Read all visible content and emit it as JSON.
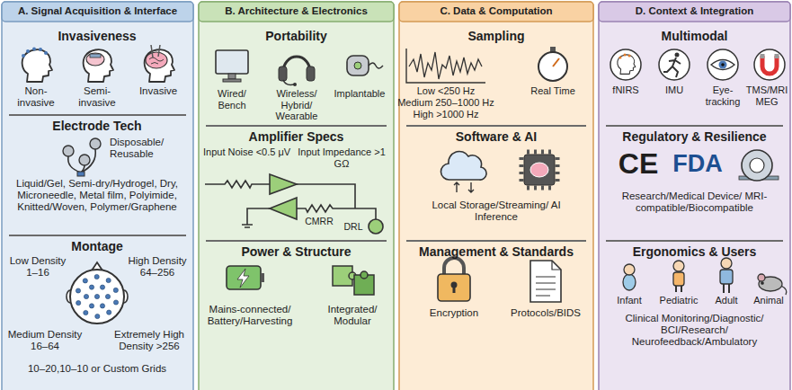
{
  "diagram": {
    "nodes": [
      {
        "text": [
          "A. Signal Acquisition & Interface"
        ]
      },
      {
        "text": [
          "Invasiveness",
          "Non-invasive",
          "Semi-invasive",
          "Invasive"
        ],
        "in": 0
      },
      {
        "text": [
          "Electrode Tech",
          "Disposable/ Reusable",
          "Liquid/Gel, Semi-dry/Hydrogel, Dry, Microneedle, Metal film, Polyimide, Knitted/Woven, Polymer/Graphene"
        ],
        "in": 0
      },
      {
        "text": [
          "Montage",
          "Low Density 1–16",
          "High Density 64–256",
          "Medium Density 16–64",
          "Extremely High Density >256",
          "10–20,10–10 or Custom Grids"
        ],
        "in": 0
      },
      {
        "text": [
          "B. Architecture & Electronics"
        ]
      },
      {
        "text": [
          "Portability",
          "Wired/ Bench",
          "Wireless/ Hybrid/ Wearable",
          "Implantable"
        ],
        "in": 4
      },
      {
        "text": [
          "Amplifier Specs",
          "Input Noise <0.5 μV",
          "Input Impedance >1 GΩ",
          "CMRR",
          "DRL"
        ],
        "in": 4
      },
      {
        "text": [
          "Power & Structure",
          "Mains-connected/ Battery/Harvesting",
          "Integrated/ Modular"
        ],
        "in": 4
      },
      {
        "text": [
          "C. Data & Computation"
        ]
      },
      {
        "text": [
          "Sampling",
          "Low <250 Hz",
          "Medium 250–1000 Hz",
          "High >1000 Hz",
          "Real Time"
        ],
        "in": 8
      },
      {
        "text": [
          "Software & AI",
          "Local Storage/Streaming/ AI Inference"
        ],
        "in": 8
      },
      {
        "text": [
          "Management & Standards",
          "Encryption",
          "Protocols/BIDS"
        ],
        "in": 8
      },
      {
        "text": [
          "D. Context & Integration"
        ]
      },
      {
        "text": [
          "Multimodal",
          "fNIRS",
          "IMU",
          "Eye-tracking",
          "TMS/MRI MEG"
        ],
        "in": 12
      },
      {
        "text": [
          "Regulatory & Resilience",
          "CE",
          "FDA",
          "Research/Medical Device/ MRI-compatible/Biocompatible"
        ],
        "in": 12
      },
      {
        "text": [
          "Ergonomics & Users",
          "Infant",
          "Pediatric",
          "Adult",
          "Animal",
          "Clinical Monitoring/Diagnostic/ BCI/Research/ Neurofeedback/Ambulatory"
        ],
        "in": 12
      }
    ]
  }
}
